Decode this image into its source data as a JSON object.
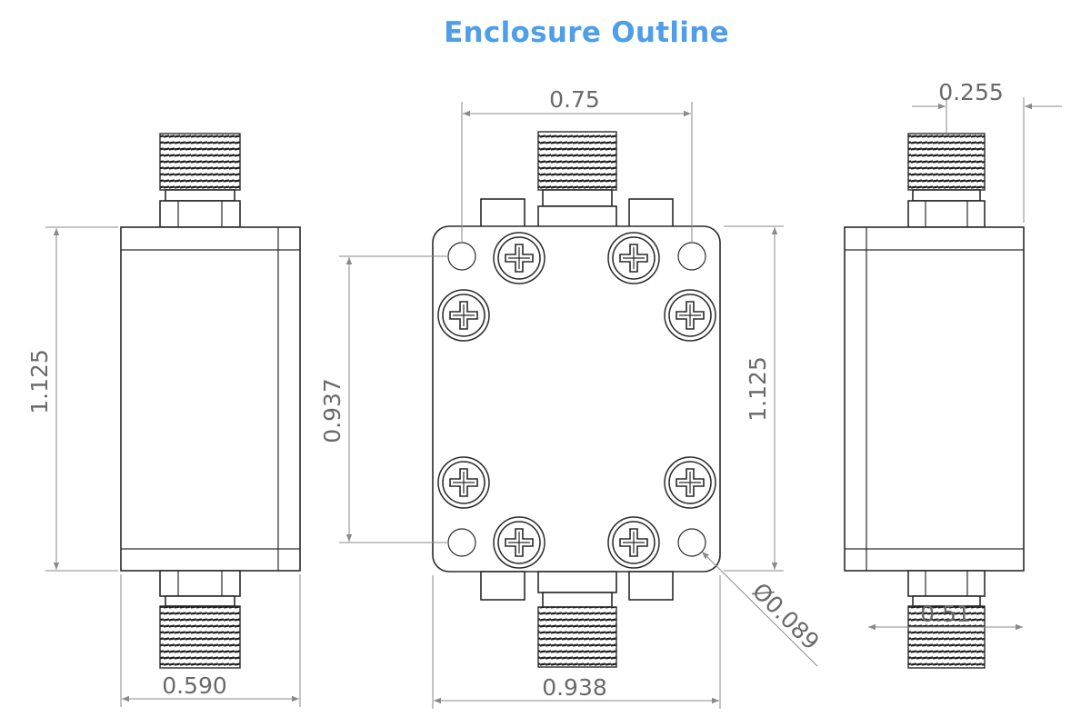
{
  "title": "Enclosure Outline",
  "dimensions": {
    "left_height": "1.125",
    "left_width": "0.590",
    "center_top_width": "0.75",
    "center_bottom_width": "0.938",
    "center_left_height": "0.937",
    "center_right_height": "1.125",
    "hole_diameter": "Ø0.089",
    "right_top": "0.255",
    "right_bottom": "0.51"
  },
  "colors": {
    "title": "#4f9fe8",
    "line": "#2a2a2a",
    "dimension": "#8a8a8a"
  }
}
